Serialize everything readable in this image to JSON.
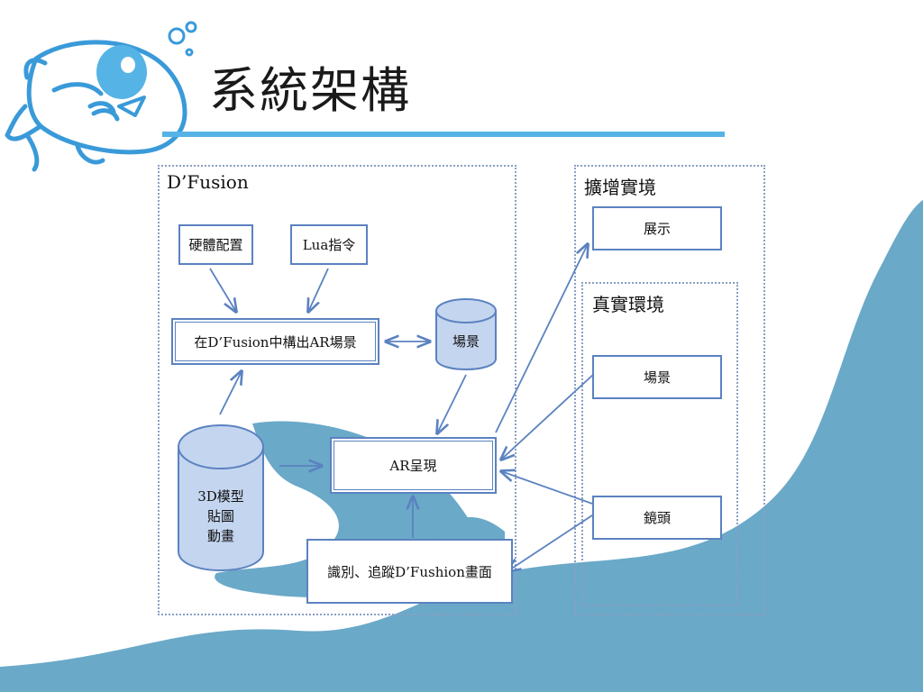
{
  "slide": {
    "title": "系統架構"
  },
  "groups": {
    "dfusion": "D’Fusion",
    "augmented": "擴增實境",
    "real": "真實環境"
  },
  "nodes": {
    "hardware": "硬體配置",
    "lua": "Lua指令",
    "build_scene": "在D’Fusion中構出AR場景",
    "scene_db": "場景",
    "ar_display": "AR呈現",
    "model_db": [
      "3D模型",
      "貼圖",
      "動畫"
    ],
    "recognize": "識別、追蹤D’Fushion畫面",
    "show": "展示",
    "real_scene": "場景",
    "camera": "鏡頭"
  },
  "colors": {
    "accent_blue": "#56b3e6",
    "wave_blue": "#6aa9c8",
    "node_border": "#5b82c0",
    "cylinder_fill": "#c4d5ef",
    "fish_outline": "#3a9ad9"
  },
  "decorations": {
    "logo": "fish-mascot",
    "bubbles": "bubbles-icon"
  }
}
